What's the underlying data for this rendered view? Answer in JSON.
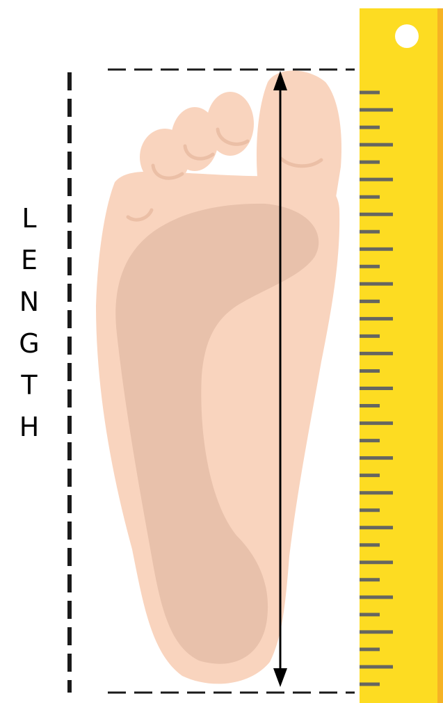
{
  "label": {
    "letters": [
      "L",
      "E",
      "N",
      "G",
      "T",
      "H"
    ]
  },
  "colors": {
    "foot_skin": "#f9d4be",
    "foot_shadow": "#e8c1ab",
    "toe_crease": "#ebbfa6",
    "ruler_fill": "#fddc22",
    "ruler_edge": "#f6b324",
    "ruler_hole": "#ffffff",
    "tick_color": "#666660",
    "guide_line": "#1a1a1a"
  },
  "icons": {
    "foot": "foot-sole-icon",
    "ruler": "ruler-icon",
    "arrow": "double-headed-arrow-icon"
  },
  "ruler": {
    "tick_count": 35,
    "long_tick_every": 2
  }
}
